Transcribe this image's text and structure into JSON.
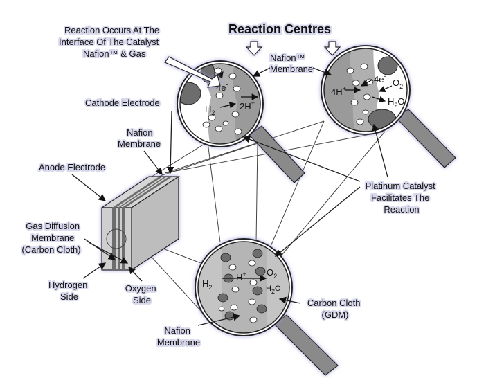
{
  "title": "Reaction Centres",
  "labels": {
    "reaction_interface": [
      "Reaction Occurs At The",
      "Interface Of The Catalyst",
      "Nafion™ & Gas"
    ],
    "nafion_membrane_top": [
      "Nafion™",
      "Membrane"
    ],
    "cathode_electrode": "Cathode Electrode",
    "nafion_membrane_mid": [
      "Nafion",
      "Membrane"
    ],
    "anode_electrode": "Anode Electrode",
    "platinum_catalyst": [
      "Platinum Catalyst",
      "Facilitates The",
      "Reaction"
    ],
    "gas_diffusion": [
      "Gas Diffusion",
      "Membrane",
      "(Carbon Cloth)"
    ],
    "hydrogen_side": [
      "Hydrogen",
      "Side"
    ],
    "oxygen_side": [
      "Oxygen",
      "Side"
    ],
    "carbon_cloth": [
      "Carbon Cloth",
      "(GDM)"
    ],
    "nafion_membrane_bottom": [
      "Nafion",
      "Membrane"
    ]
  },
  "chem": {
    "left_lens": {
      "electrons": "4e",
      "electrons_sup": "-",
      "h2": "H",
      "h2_sub": "2",
      "protons": "2H",
      "protons_sup": "+"
    },
    "right_lens": {
      "electrons": "4e",
      "electrons_sup": "-",
      "protons": "4H",
      "protons_sup": "+",
      "o2": "O",
      "o2_sub": "2",
      "h2o": "H",
      "h2o_sub": "2",
      "h2o_tail": "O"
    },
    "bottom_lens": {
      "h2": "H",
      "h2_sub": "2",
      "proton": "H",
      "proton_sup": "+",
      "o2": "O",
      "o2_sub": "2",
      "h2o": "H",
      "h2o_sub": "2",
      "h2o_tail": "O"
    }
  },
  "colors": {
    "lens_fill": "#a0a0a0",
    "catalyst": "#ffffff",
    "electrode_dark": "#6d6d6d",
    "handle": "#8a8a8a",
    "glow": "#c8c8e8"
  }
}
